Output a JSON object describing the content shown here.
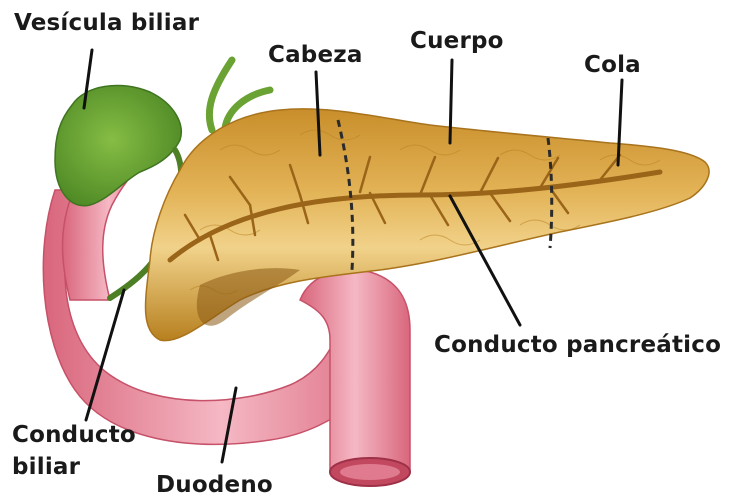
{
  "labels": {
    "gallbladder": "Vesícula biliar",
    "head": "Cabeza",
    "body": "Cuerpo",
    "tail": "Cola",
    "pancreatic_duct": "Conducto pancreático",
    "bile_duct_line1": "Conducto",
    "bile_duct_line2": "biliar",
    "duodenum": "Duodeno"
  },
  "colors": {
    "pancreas": "#d9a43a",
    "pancreas_light": "#f0cf80",
    "pancreas_dark": "#a8731c",
    "duodenum": "#ec8fa2",
    "duodenum_light": "#f7c3cd",
    "duodenum_dark": "#c65168",
    "gallbladder": "#6aa233",
    "gallbladder_dark": "#3f7420",
    "label_text": "#1a1a1a"
  }
}
